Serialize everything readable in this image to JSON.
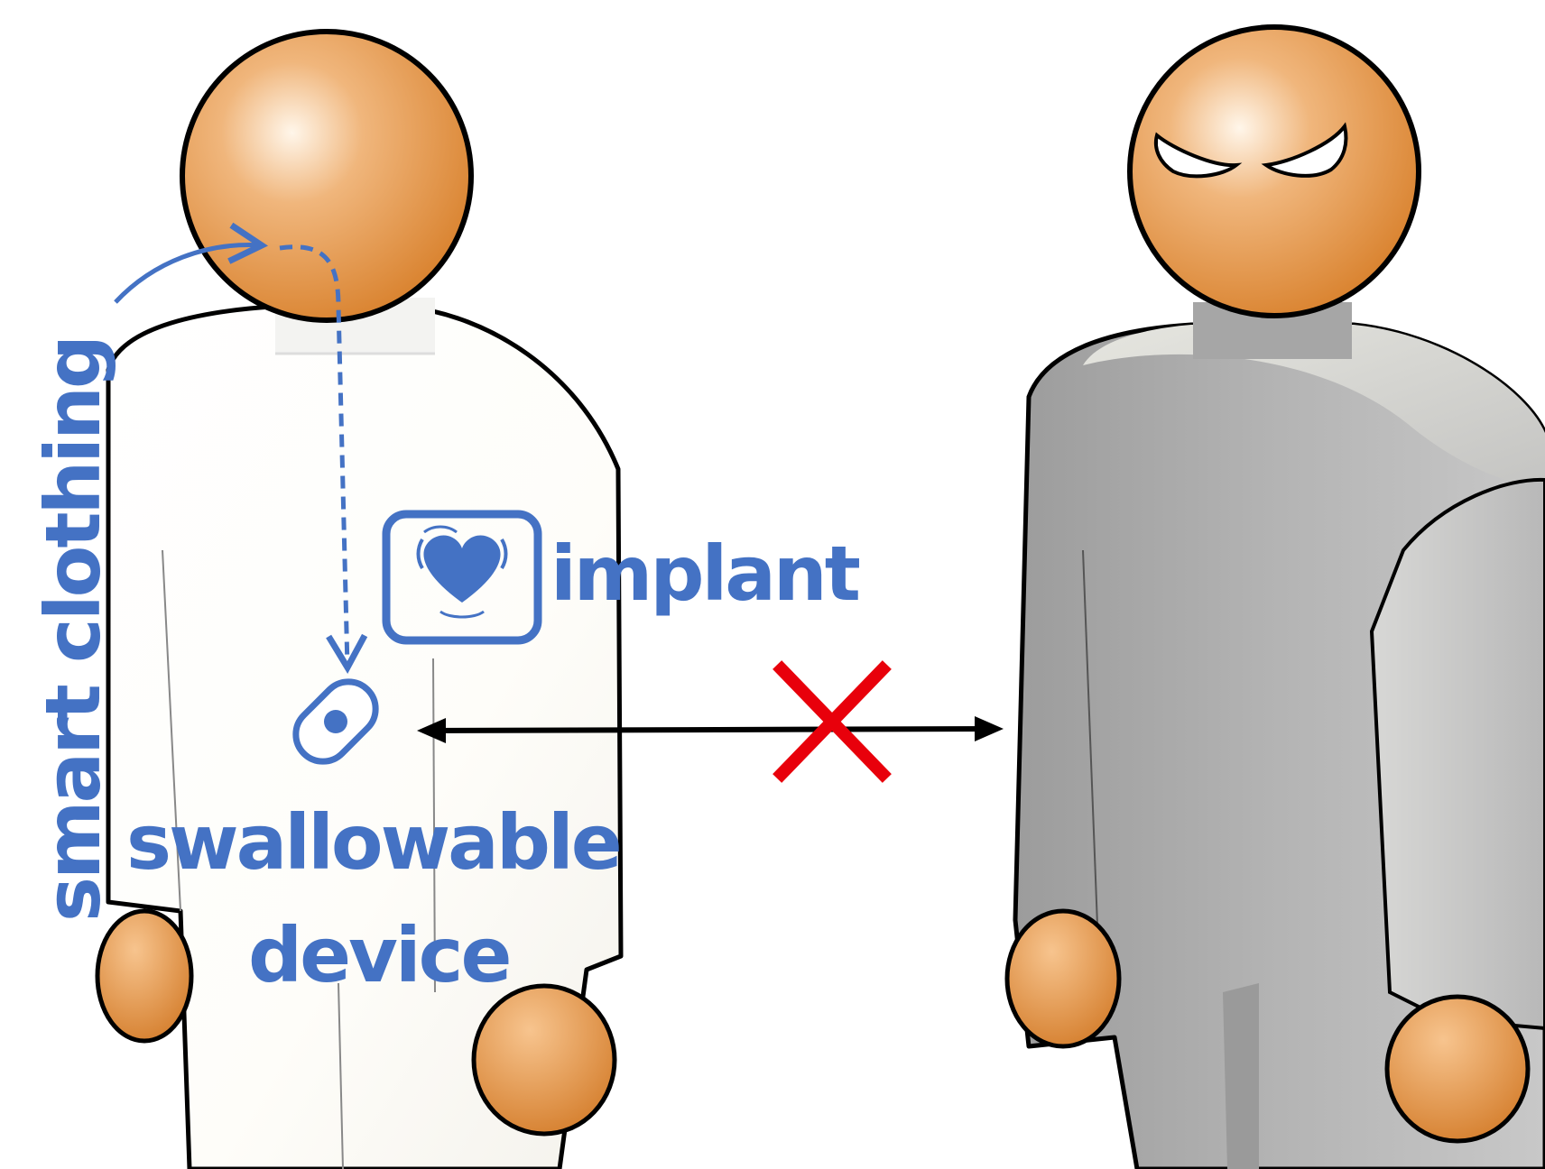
{
  "labels": {
    "smart_clothing": "smart clothing",
    "implant": "implant",
    "swallowable_line1": "swallowable",
    "swallowable_line2": "device"
  },
  "colors": {
    "label_blue": "#4472C4",
    "skin": "#E08A3C",
    "skin_light": "#FFF3E4",
    "suit_white": "#FFFFFF",
    "suit_gray": "#B0B0B0",
    "outline": "#000000",
    "cross_red": "#E8000B"
  },
  "icons": {
    "implant": "heart-implant-icon",
    "swallowable": "pill-capsule-icon",
    "blocked_link": "red-x-icon"
  }
}
